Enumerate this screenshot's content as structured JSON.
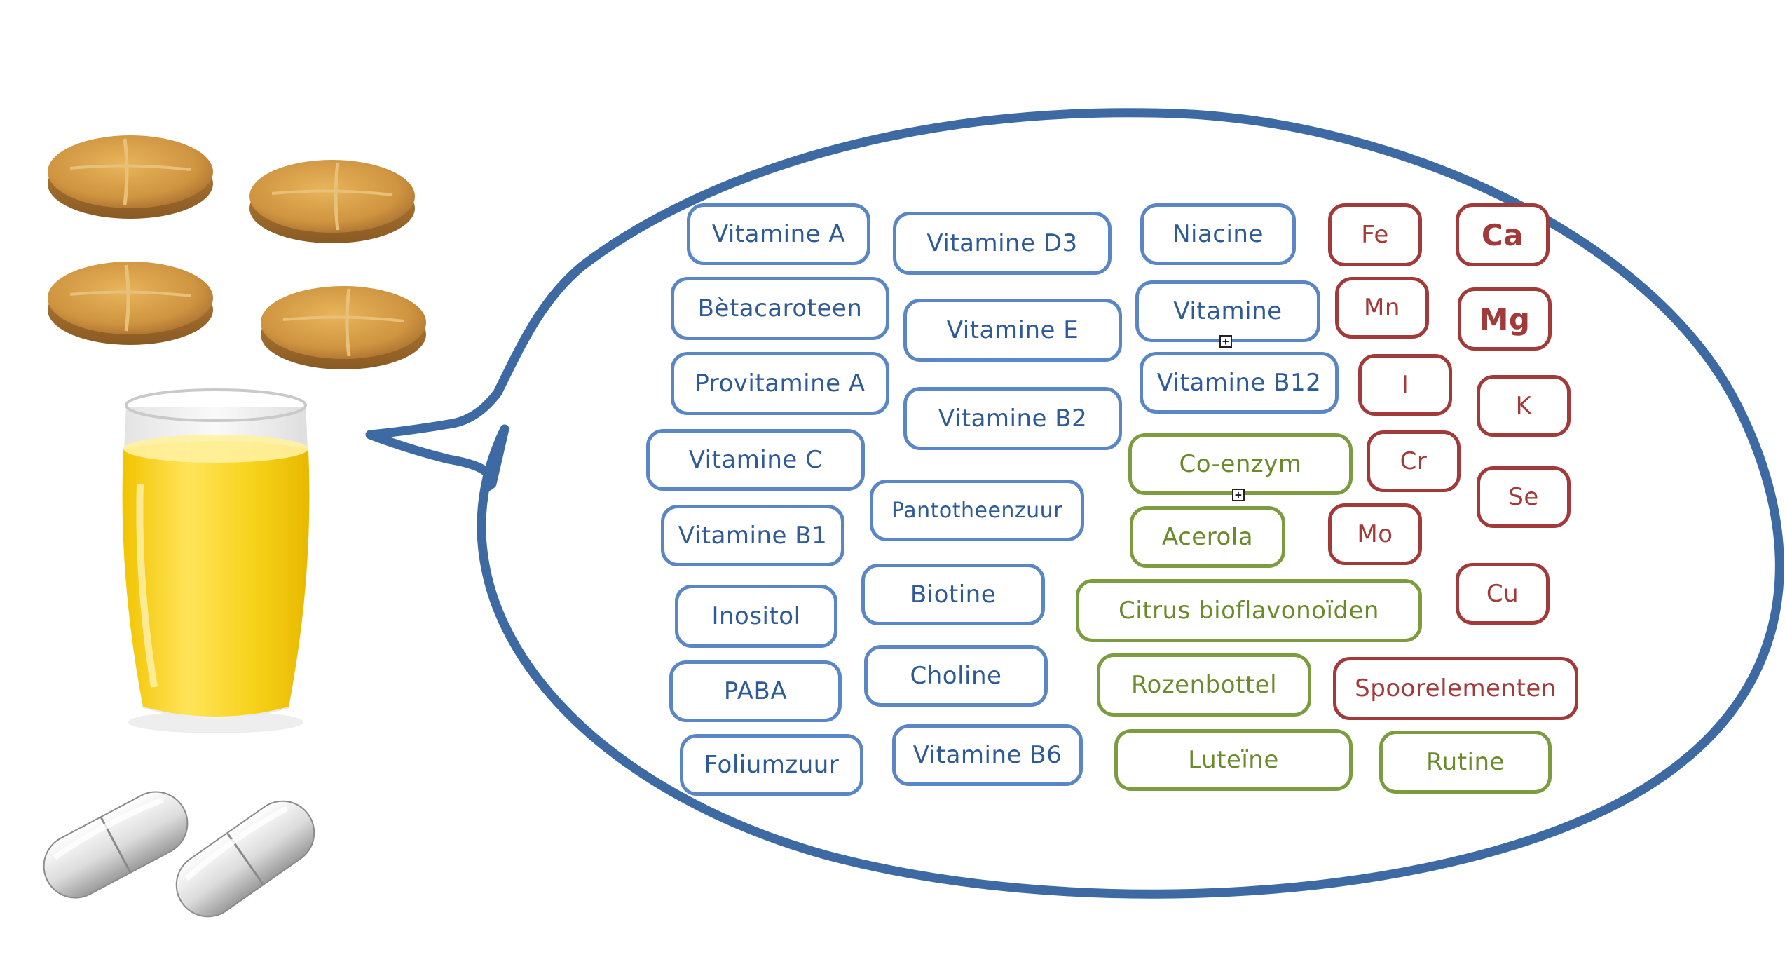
{
  "labels": {
    "vitamin_a": "Vitamine A",
    "betacaroteen": "Bètacaroteen",
    "provitamine_a": "Provitamine A",
    "vitamin_c": "Vitamine C",
    "vitamin_b1": "Vitamine B1",
    "inositol": "Inositol",
    "paba": "PABA",
    "foliumzuur": "Foliumzuur",
    "vitamin_d3": "Vitamine D3",
    "vitamin_e": "Vitamine E",
    "vitamin_b2": "Vitamine B2",
    "pantotheenzuur": "Pantotheenzuur",
    "biotine": "Biotine",
    "choline": "Choline",
    "vitamin_b6": "Vitamine B6",
    "niacine": "Niacine",
    "vitamine": "Vitamine",
    "vitamin_b12": "Vitamine B12",
    "co_enzym": "Co-enzym",
    "acerola": "Acerola",
    "citrus_bioflavonoiden": "Citrus bioflavonoïden",
    "rozenbottel": "Rozenbottel",
    "luteine": "Luteïne",
    "rutine": "Rutine",
    "fe": "Fe",
    "mn": "Mn",
    "i": "I",
    "cr": "Cr",
    "mo": "Mo",
    "ca": "Ca",
    "mg": "Mg",
    "k": "K",
    "se": "Se",
    "cu": "Cu",
    "spoorelementen": "Spoorelementen"
  },
  "colors": {
    "bubble_outline": "#3d6aa3",
    "vitamin": "#5a86c6",
    "plant_extract": "#7d9b3f",
    "mineral": "#a23a3a"
  },
  "icons": [
    "tablet-icon",
    "glass-of-juice-icon",
    "capsule-icon",
    "expand-marker-icon"
  ]
}
